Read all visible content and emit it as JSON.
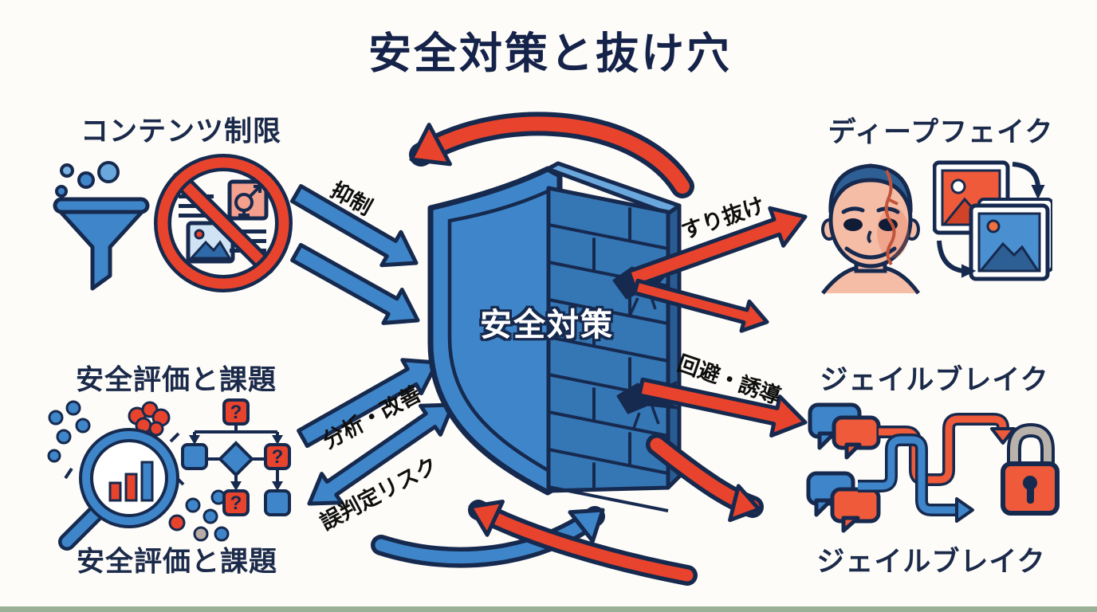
{
  "title": "安全対策と抜け穴",
  "shield": {
    "label": "安全対策"
  },
  "sections": {
    "content_restriction": {
      "label": "コンテンツ制限"
    },
    "safety_evaluation": {
      "label": "安全評価と課題"
    },
    "safety_evaluation_caption": {
      "label": "安全評価と課題"
    },
    "deepfake": {
      "label": "ディープフェイク"
    },
    "jailbreak": {
      "label": "ジェイルブレイク"
    },
    "jailbreak_caption": {
      "label": "ジェイルブレイク"
    }
  },
  "arrow_labels": {
    "suppression": "抑制",
    "analysis_improvement": "分析・改善",
    "misjudgment_risk": "誤判定リスク",
    "slip_through": "すり抜け",
    "evasion_guidance": "回避・誘導"
  },
  "flowchart_question_mark": "?",
  "colors": {
    "navy": "#16294e",
    "blue": "#3e86c9",
    "blue_dark": "#2a5c94",
    "red": "#e8432c",
    "pink": "#f4a08f",
    "skin": "#f6bda6",
    "background": "#fdfcf8",
    "arrow_label_text": "#0e0e0e"
  }
}
